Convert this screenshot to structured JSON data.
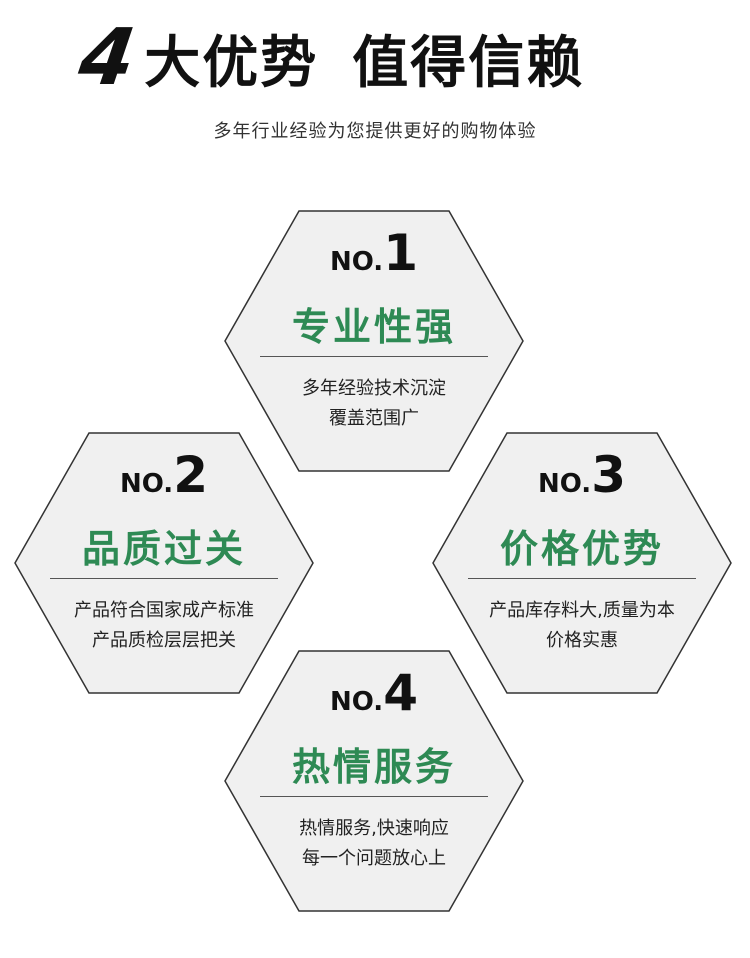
{
  "header": {
    "number": "4",
    "title_part1": "大优势",
    "title_part2": "值得信赖",
    "subtitle": "多年行业经验为您提供更好的购物体验"
  },
  "colors": {
    "accent_green": "#2e8a54",
    "hex_fill": "#f0f0f0",
    "hex_stroke": "#333333"
  },
  "advantages": [
    {
      "no_prefix": "NO.",
      "no_number": "1",
      "title": "专业性强",
      "desc_line1": "多年经验技术沉淀",
      "desc_line2": "覆盖范围广"
    },
    {
      "no_prefix": "NO.",
      "no_number": "2",
      "title": "品质过关",
      "desc_line1": "产品符合国家成产标准",
      "desc_line2": "产品质检层层把关"
    },
    {
      "no_prefix": "NO.",
      "no_number": "3",
      "title": "价格优势",
      "desc_line1": "产品库存料大,质量为本",
      "desc_line2": "价格实惠"
    },
    {
      "no_prefix": "NO.",
      "no_number": "4",
      "title": "热情服务",
      "desc_line1": "热情服务,快速响应",
      "desc_line2": "每一个问题放心上"
    }
  ]
}
